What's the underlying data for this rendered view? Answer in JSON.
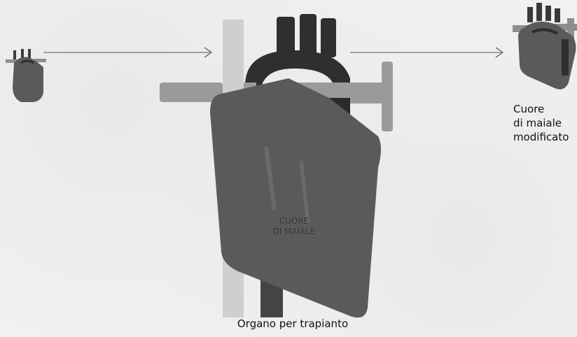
{
  "labels": {
    "organ": "Organo per trapianto",
    "modified_heart_lines": [
      "Cuore",
      "di maiale",
      "modificato"
    ],
    "pig_heart_lines": [
      "CUORE",
      "DI MAIALE"
    ]
  },
  "icons": {
    "small_heart": "small-pig-heart-icon",
    "large_heart": "large-pig-heart-illustration",
    "modified_heart": "modified-pig-heart-icon",
    "arrow_left": "arrow-right-icon",
    "arrow_right": "arrow-right-icon"
  },
  "colors": {
    "background": "#f3f3f3",
    "heart_body": "#5a5a5a",
    "aorta": "#2f2f2f",
    "vena_cava": "#cfcfcf",
    "pulmonary": "#9a9a9a",
    "arrow": "#555555"
  }
}
